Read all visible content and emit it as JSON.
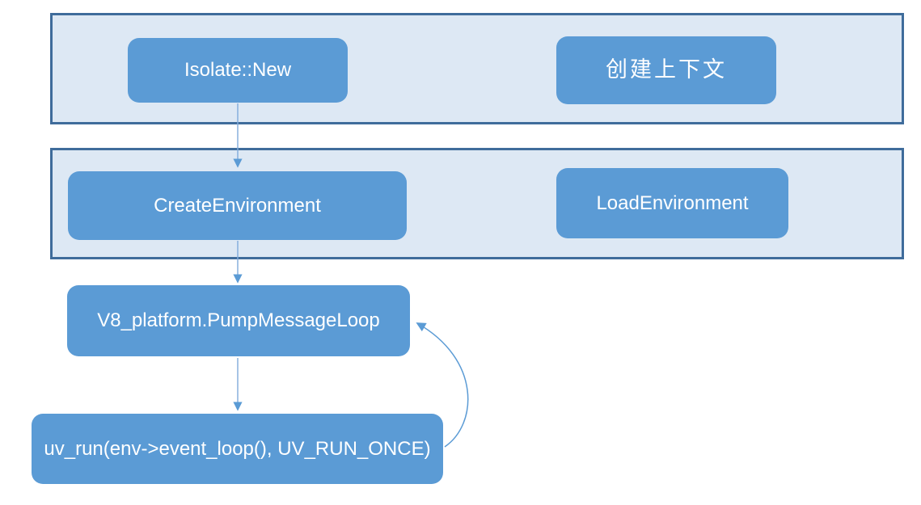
{
  "colors": {
    "background": "#ffffff",
    "node_fill": "#5b9bd5",
    "node_text": "#ffffff",
    "band_fill": "#dde8f4",
    "band_border": "#3f6c9b",
    "arrow_line": "#7fabdc",
    "arrow_head": "#5b9bd5"
  },
  "nodes": {
    "isolate_new": {
      "label": "Isolate::New"
    },
    "create_context": {
      "label": "创建上下文"
    },
    "create_environment": {
      "label": "CreateEnvironment"
    },
    "load_environment": {
      "label": "LoadEnvironment"
    },
    "v8_pump_message_loop": {
      "label": "V8_platform.PumpMessageLoop"
    },
    "uv_run": {
      "label": "uv_run(env->event_loop(), UV_RUN_ONCE)"
    }
  },
  "edges": [
    {
      "from": "isolate_new",
      "to": "create_environment",
      "style": "straight-down"
    },
    {
      "from": "create_environment",
      "to": "v8_pump_message_loop",
      "style": "straight-down"
    },
    {
      "from": "v8_pump_message_loop",
      "to": "uv_run",
      "style": "straight-down"
    },
    {
      "from": "uv_run",
      "to": "v8_pump_message_loop",
      "style": "curved-loop-back"
    }
  ]
}
